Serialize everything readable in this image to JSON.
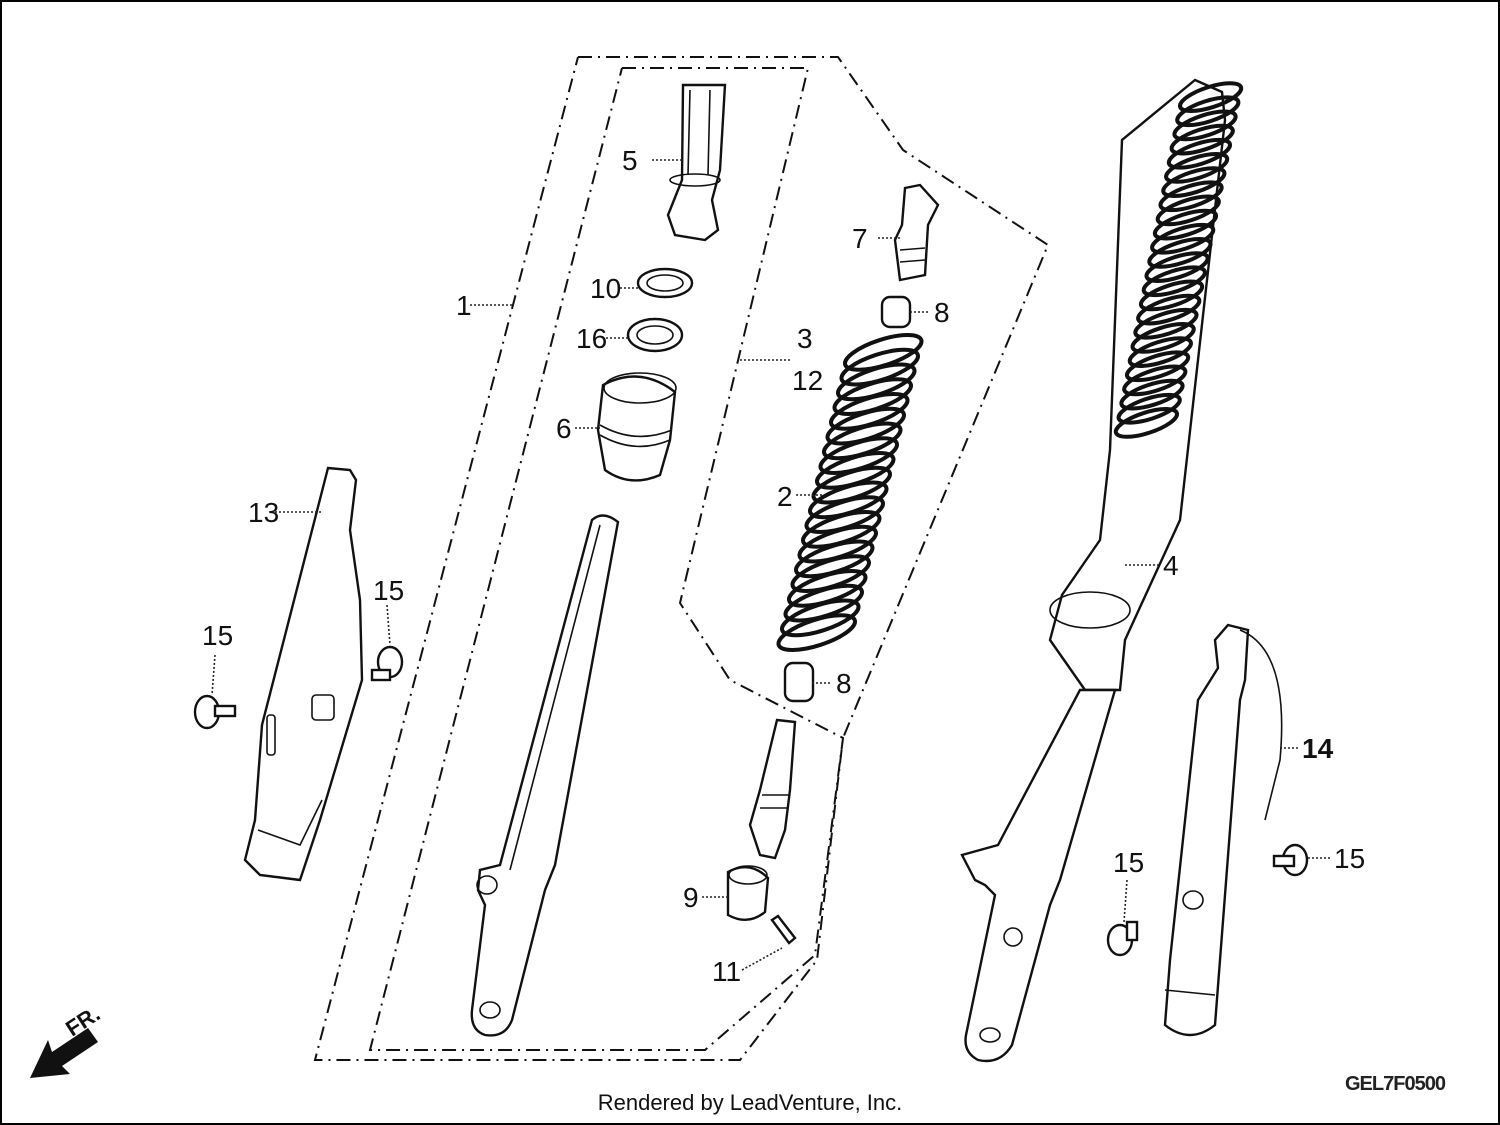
{
  "diagram": {
    "callouts": {
      "c1": "1",
      "c2": "2",
      "c3": "3",
      "c4": "4",
      "c5": "5",
      "c6": "6",
      "c7": "7",
      "c8a": "8",
      "c8b": "8",
      "c9": "9",
      "c10": "10",
      "c11": "11",
      "c12": "12",
      "c13": "13",
      "c14": "14",
      "c15a": "15",
      "c15b": "15",
      "c15c": "15",
      "c15d": "15",
      "c16": "16"
    },
    "direction_label": "FR.",
    "diagram_code": "GEL7F0500",
    "footer": "Rendered by LeadVenture, Inc."
  }
}
